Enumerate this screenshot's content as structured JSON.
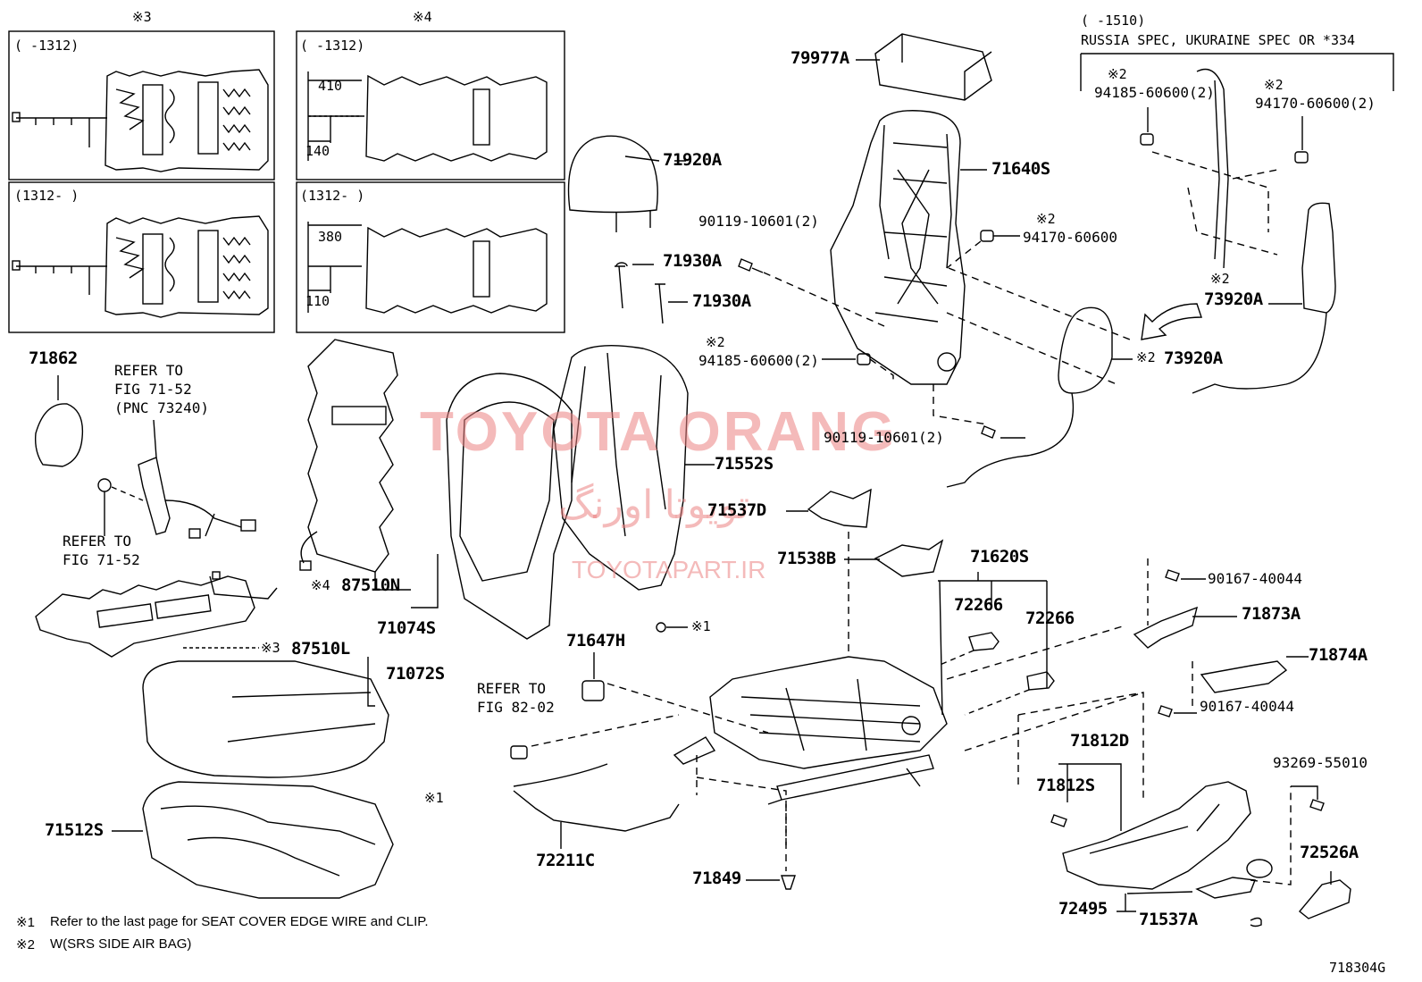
{
  "diagram_id": "718304G",
  "watermarks": {
    "main": "TOYOTA ORANG",
    "persian": "تویوتا اورنگ",
    "site": "TOYOTAPART.IR"
  },
  "insets": {
    "mark3": "※3",
    "mark4": "※4",
    "box1_caption": "(      -1312)",
    "box2_caption": "(      -1312)",
    "box3_caption": "(1312-      )",
    "box4_caption": "(1312-      )",
    "dim_410": "410",
    "dim_140": "140",
    "dim_380": "380",
    "dim_110": "110"
  },
  "russia_note": {
    "line1": "(      -1510)",
    "line2": "RUSSIA SPEC, UKURAINE SPEC OR *334"
  },
  "labels": {
    "p79977A": "79977A",
    "p71920A": "71920A",
    "p71640S": "71640S",
    "p90119_a": "90119-10601(2)",
    "p94170_a": "94170-60600",
    "p71930A_1": "71930A",
    "p71930A_2": "71930A",
    "p94185_a": "94185-60600(2)",
    "p94185_b": "94185-60600(2)",
    "p94170_b": "94170-60600(2)",
    "p73920A_1": "73920A",
    "p73920A_2": "73920A",
    "p90119_b": "90119-10601(2)",
    "p71552S": "71552S",
    "p71537D": "71537D",
    "p71538B": "71538B",
    "p71620S": "71620S",
    "p72266_1": "72266",
    "p72266_2": "72266",
    "p90167_1": "90167-40044",
    "p90167_2": "90167-40044",
    "p71873A": "71873A",
    "p71874A": "71874A",
    "p71862": "71862",
    "p87510N": "87510N",
    "p71074S": "71074S",
    "p87510L": "87510L",
    "p71072S": "71072S",
    "p71647H": "71647H",
    "p71812D": "71812D",
    "p71812S": "71812S",
    "p93269": "93269-55010",
    "p71512S": "71512S",
    "p72211C": "72211C",
    "p71849": "71849",
    "p72526A": "72526A",
    "p72495": "72495",
    "p71537A": "71537A"
  },
  "marks": {
    "m2a": "※2",
    "m2b": "※2",
    "m2c": "※2",
    "m2d": "※2",
    "m2e": "※2",
    "m2f": "※2",
    "m4": "※4",
    "m3": "※3",
    "m1a": "※1",
    "m1b": "※1"
  },
  "refs": {
    "ref1_l1": "REFER TO",
    "ref1_l2": "FIG 71-52",
    "ref1_l3": "(PNC 73240)",
    "ref2_l1": "REFER TO",
    "ref2_l2": "FIG 71-52",
    "ref3_l1": "REFER TO",
    "ref3_l2": "FIG 82-02"
  },
  "footnotes": {
    "f1_mark": "※1",
    "f1_text": "Refer to the last page for SEAT COVER EDGE WIRE and CLIP.",
    "f2_mark": "※2",
    "f2_text": "W(SRS SIDE AIR BAG)"
  }
}
